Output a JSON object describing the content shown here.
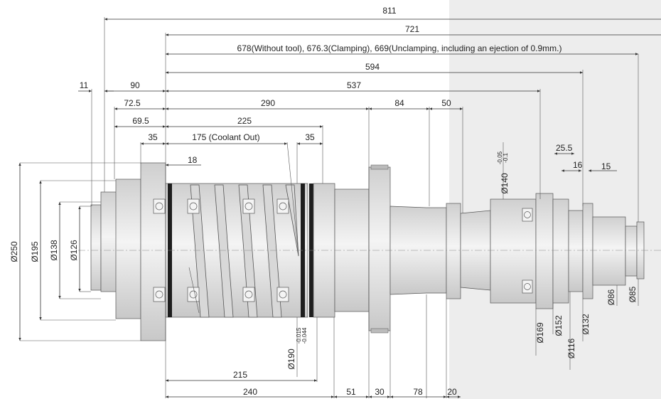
{
  "drawing": {
    "horizontal_dims": [
      {
        "key": "d811",
        "text": "811"
      },
      {
        "key": "d721",
        "text": "721"
      },
      {
        "key": "dtool",
        "text": "678(Without tool), 676.3(Clamping), 669(Unclamping, including an ejection of 0.9mm.)"
      },
      {
        "key": "d594",
        "text": "594"
      },
      {
        "key": "d11",
        "text": "11"
      },
      {
        "key": "d90",
        "text": "90"
      },
      {
        "key": "d537",
        "text": "537"
      },
      {
        "key": "d72_5",
        "text": "72.5"
      },
      {
        "key": "d290",
        "text": "290"
      },
      {
        "key": "d84",
        "text": "84"
      },
      {
        "key": "d50",
        "text": "50"
      },
      {
        "key": "d69_5",
        "text": "69.5"
      },
      {
        "key": "d225",
        "text": "225"
      },
      {
        "key": "d35a",
        "text": "35"
      },
      {
        "key": "d175",
        "text": "175 (Coolant Out)"
      },
      {
        "key": "d35b",
        "text": "35"
      },
      {
        "key": "d18",
        "text": "18"
      },
      {
        "key": "d25_5",
        "text": "25.5"
      },
      {
        "key": "d16",
        "text": "16"
      },
      {
        "key": "d15",
        "text": "15"
      },
      {
        "key": "d215",
        "text": "215"
      },
      {
        "key": "d240",
        "text": "240"
      },
      {
        "key": "d51",
        "text": "51"
      },
      {
        "key": "d30",
        "text": "30"
      },
      {
        "key": "d78",
        "text": "78"
      },
      {
        "key": "d20",
        "text": "20"
      }
    ],
    "diameters": [
      {
        "key": "o250",
        "text": "Ø250"
      },
      {
        "key": "o195",
        "text": "Ø195"
      },
      {
        "key": "o138",
        "text": "Ø138"
      },
      {
        "key": "o126",
        "text": "Ø126"
      },
      {
        "key": "o190",
        "text": "Ø190"
      },
      {
        "key": "o140",
        "text": "Ø140"
      },
      {
        "key": "o169",
        "text": "Ø169"
      },
      {
        "key": "o152",
        "text": "Ø152"
      },
      {
        "key": "o116",
        "text": "Ø116"
      },
      {
        "key": "o132",
        "text": "Ø132"
      },
      {
        "key": "o86",
        "text": "Ø86"
      },
      {
        "key": "o85",
        "text": "Ø85"
      }
    ],
    "tolerances": {
      "o190_upper": "-0.015",
      "o190_lower": "-0.044",
      "o140_upper": "-0.05",
      "o140_lower": "-0.1"
    },
    "colors": {
      "background": "#ffffff",
      "shaded_region": "#ededed",
      "body_fill": "#e6e6e6",
      "line": "#333333"
    }
  }
}
